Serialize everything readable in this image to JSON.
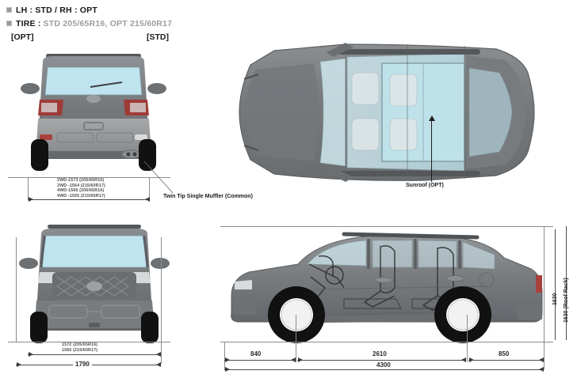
{
  "header": {
    "rows": [
      {
        "key": "LH : STD / RH : OPT",
        "value": "",
        "bullet": "square-bullet"
      },
      {
        "key": "TIRE :",
        "value": "STD 205/65R16, OPT 215/60R17",
        "bullet": "square-bullet"
      }
    ]
  },
  "view_tags": {
    "opt": "[OPT]",
    "std": "[STD]"
  },
  "rear_view": {
    "name": "rear-view",
    "track_specs": [
      "2WD-1573 (205/65R16)",
      "2WD -1564 (215/60R17)",
      "4WD-1566 (205/65R16)",
      "4WD -1555 (215/60R17)"
    ],
    "callout": "Twin Tip Single Muffler (Common)"
  },
  "top_view": {
    "name": "top-view",
    "callout": "Sunroof (OPT)"
  },
  "front_view": {
    "name": "front-view",
    "track_specs": [
      "1572 (205/65R16)",
      "1560 (215/60R17)"
    ],
    "overall_width": "1790"
  },
  "side_view": {
    "name": "side-view",
    "dimensions": {
      "front_overhang": "840",
      "wheelbase": "2610",
      "rear_overhang": "850",
      "overall_length": "4300",
      "height": "1630",
      "height_roof_rack": "1630 (Roof Rack)"
    }
  },
  "colors": {
    "body": "#7b7d80",
    "body_dark": "#5e6063",
    "glass": "#bfe4ef",
    "glass_top": "#cfe6ec",
    "tire": "#111111",
    "taillight": "#b2403c",
    "dimension": "#4a4a4a",
    "spec_text": "#4f4f4f",
    "muted_text": "#9d9d9d",
    "background": "#ffffff"
  }
}
